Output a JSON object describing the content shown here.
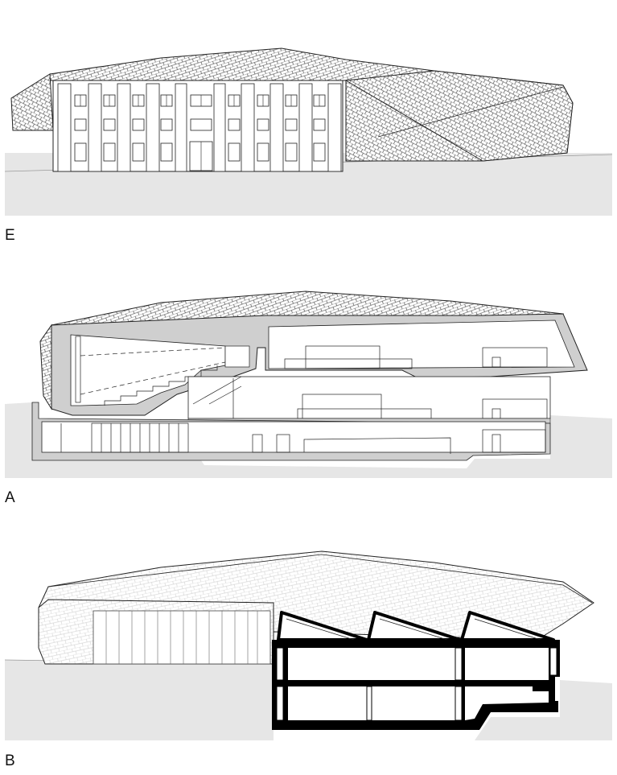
{
  "drawings": [
    {
      "label": "E"
    },
    {
      "label": "A"
    },
    {
      "label": "B"
    }
  ],
  "colors": {
    "ground": "#e6e6e6",
    "section_fill": "#cfcfcf",
    "section_cut": "#000000",
    "line": "#1a1a1a"
  }
}
